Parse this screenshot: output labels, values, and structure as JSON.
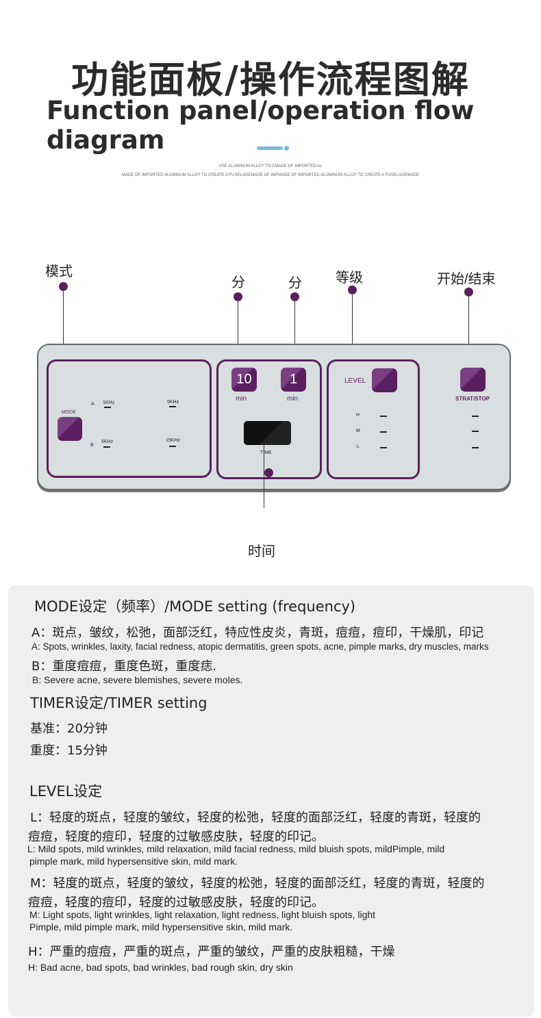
{
  "header": {
    "title_cn": "功能面板/操作流程图解",
    "title_en": "Function panel/operation flow diagram",
    "sub1": "USE ALUMINUM ALLOY TO CMADE OF IMPORTED AL",
    "sub2": "MADE OF IMPORTED ALUMINUM ALLOY TO CREATE A FUSELAGEMADE OF IMPMADE OF IMPORTED ALUMINUM ALLOY TO CREATE A FUSELAGEMADE"
  },
  "callouts": {
    "mode": "模式",
    "min1": "分",
    "min2": "分",
    "level": "等级",
    "startstop": "开始/结束",
    "time": "时间"
  },
  "panel": {
    "mode_label": "MODE",
    "a": "A",
    "b": "B",
    "a1": "1KHz",
    "a2": "5KHz",
    "b1": "5KHz",
    "b2": "15KHz",
    "num1": "10",
    "num2": "1",
    "min": "min",
    "time": "TIME",
    "level": "LEVEL",
    "h": "H",
    "m": "M",
    "l": "L",
    "startstop": "STRAT/STOP"
  },
  "colors": {
    "accent": "#5a1f5e",
    "panel": "#d9dee0"
  },
  "info": {
    "mode_title": "MODE设定（频率）/MODE setting (frequency)",
    "a_cn": "A：斑点，皱纹，松弛，面部泛红，特应性皮炎，青斑，痘痘，痘印，干燥肌，印记",
    "a_en": "A: Spots, wrinkles, laxity, facial redness, atopic dermatitis, green spots, acne, pimple marks, dry muscles, marks",
    "b_cn": "B：重度痘痘，重度色斑，重度痣.",
    "b_en": "B: Severe acne, severe blemishes, severe moles.",
    "timer_title": "TIMER设定/TIMER setting",
    "timer1": "基准：20分钟",
    "timer2": "重度：15分钟",
    "level_title": "LEVEL设定",
    "l_cn1": "L：轻度的斑点，轻度的皱纹，轻度的松弛，轻度的面部泛红，轻度的青斑，轻度的",
    "l_cn2": "痘痘，轻度的痘印，轻度的过敏感皮肤，轻度的印记。",
    "l_en1": "L: Mild spots, mild wrinkles, mild relaxation, mild facial redness, mild bluish spots, mildPimple, mild",
    "l_en2": "pimple mark, mild hypersensitive skin, mild mark.",
    "m_cn1": "M：轻度的斑点，轻度的皱纹，轻度的松弛，轻度的面部泛红，轻度的青斑，轻度的",
    "m_cn2": "痘痘，轻度的痘印，轻度的过敏感皮肤，轻度的印记。",
    "m_en1": "M: Light spots, light wrinkles, light relaxation, light redness, light bluish spots, light",
    "m_en2": "Pimple, mild pimple mark, mild hypersensitive skin, mild mark.",
    "h_cn": "H：严重的痘痘，严重的斑点，严重的皱纹，严重的皮肤粗糙，干燥",
    "h_en": "H: Bad acne, bad spots, bad wrinkles, bad rough skin, dry skin"
  }
}
